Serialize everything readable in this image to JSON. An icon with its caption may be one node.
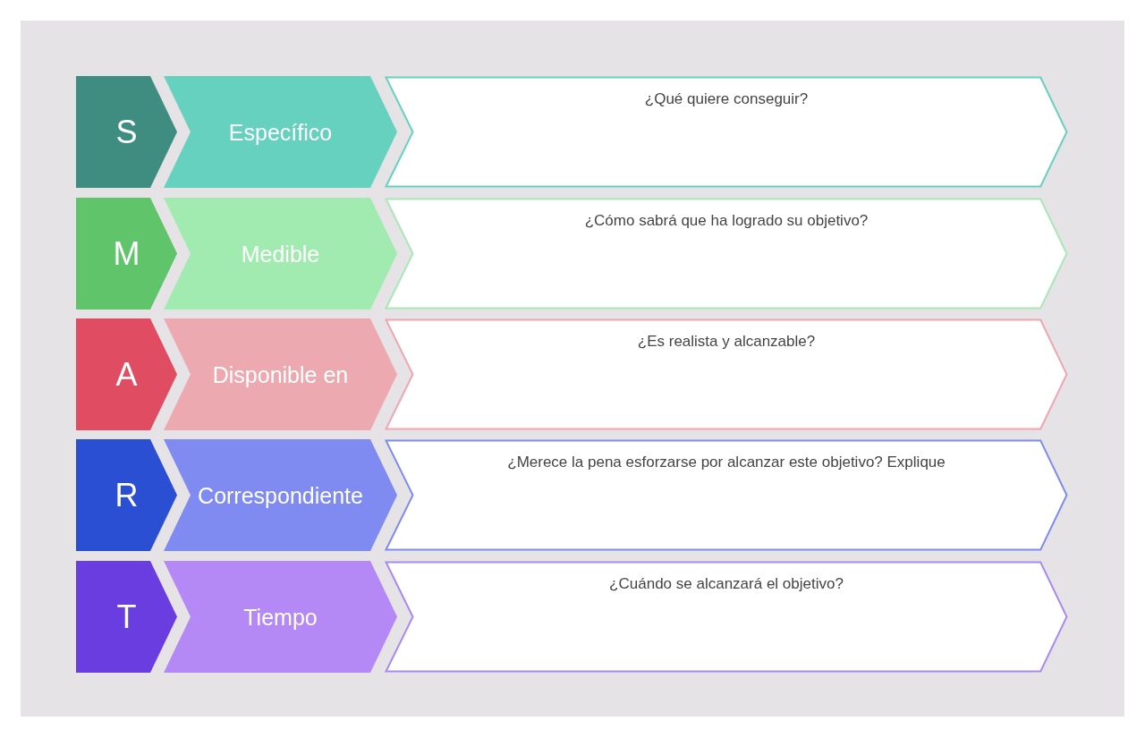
{
  "diagram": {
    "nodes": [
      {
        "text": [
          "S"
        ]
      },
      {
        "text": [
          "Específico"
        ]
      },
      {
        "text": [
          "¿Qué quiere conseguir?"
        ]
      },
      {
        "text": [
          "M"
        ]
      },
      {
        "text": [
          "Medible"
        ]
      },
      {
        "text": [
          "¿Cómo sabrá que ha logrado su objetivo?"
        ]
      },
      {
        "text": [
          "A"
        ]
      },
      {
        "text": [
          "Disponible en"
        ]
      },
      {
        "text": [
          "¿Es realista y alcanzable?"
        ]
      },
      {
        "text": [
          "R"
        ]
      },
      {
        "text": [
          "Correspondiente"
        ]
      },
      {
        "text": [
          "¿Merece la pena esforzarse por alcanzar este objetivo? Explique"
        ]
      },
      {
        "text": [
          "T"
        ]
      },
      {
        "text": [
          "Tiempo"
        ]
      },
      {
        "text": [
          "¿Cuándo se alcanzará el objetivo?"
        ]
      }
    ]
  }
}
